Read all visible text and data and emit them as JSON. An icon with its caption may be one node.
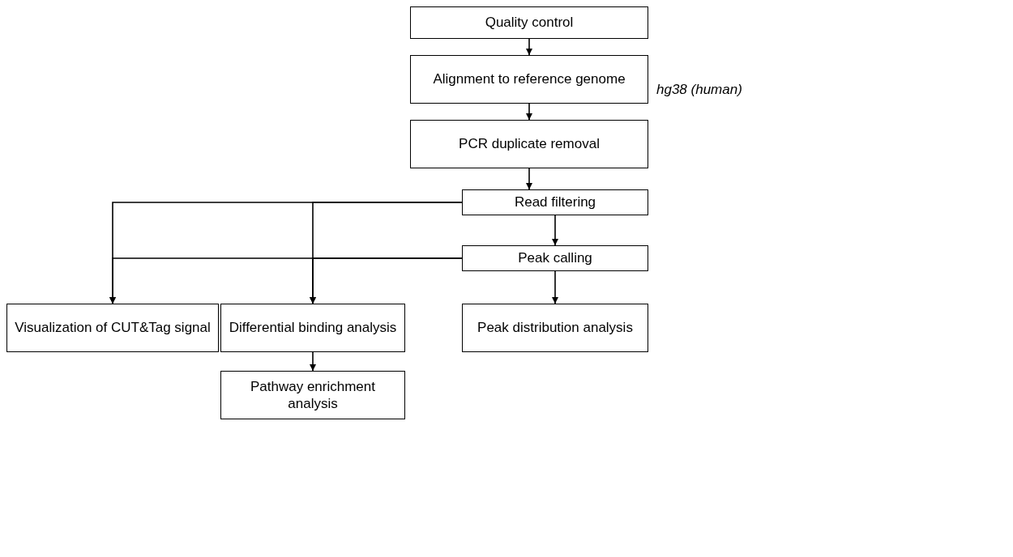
{
  "diagram": {
    "nodes": [
      {
        "text": [
          "Quality control"
        ]
      },
      {
        "text": [
          "Alignment to reference genome"
        ],
        "beside": [
          "hg38 (human)"
        ]
      },
      {
        "text": [
          "PCR duplicate removal"
        ]
      },
      {
        "text": [
          "Read filtering"
        ]
      },
      {
        "text": [
          "Peak calling"
        ]
      },
      {
        "text": [
          "Visualization of CUT&Tag signal"
        ]
      },
      {
        "text": [
          "Differential binding analysis"
        ]
      },
      {
        "text": [
          "Peak distribution analysis"
        ]
      },
      {
        "text": [
          "Pathway enrichment analysis"
        ]
      }
    ],
    "edges": [
      {
        "from": 0,
        "to": 1,
        "arrow": "to"
      },
      {
        "from": 1,
        "to": 2,
        "arrow": "to"
      },
      {
        "from": 2,
        "to": 3,
        "arrow": "to"
      },
      {
        "from": 3,
        "to": 4,
        "arrow": "to"
      },
      {
        "from": 4,
        "to": 7,
        "arrow": "to"
      },
      {
        "from": 3,
        "to": 5,
        "arrow": "to"
      },
      {
        "from": 3,
        "to": 6,
        "arrow": "to"
      },
      {
        "from": 4,
        "to": 5,
        "arrow": "to"
      },
      {
        "from": 4,
        "to": 6,
        "arrow": "to"
      },
      {
        "from": 6,
        "to": 8,
        "arrow": "to"
      }
    ]
  }
}
